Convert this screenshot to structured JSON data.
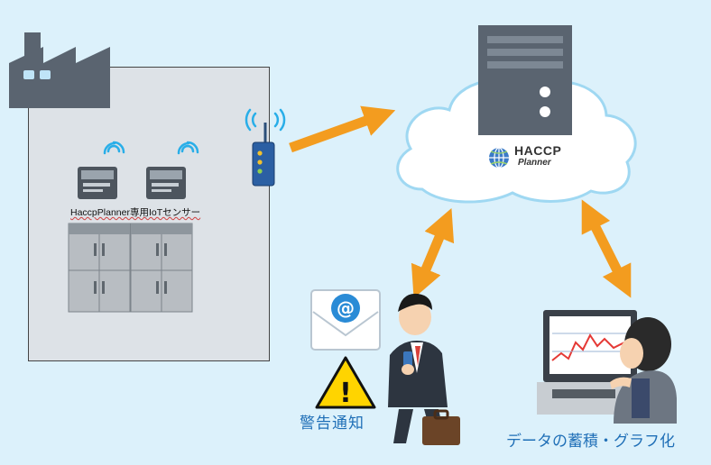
{
  "sensor_label": "HaccpPlanner専用IoTセンサー",
  "alert_label": "警告通知",
  "data_label": "データの蓄積・グラフ化",
  "brand": {
    "line1": "HACCP",
    "line2": "Planner"
  },
  "email_symbol": "@",
  "warning_symbol": "!",
  "icons": [
    "factory-icon",
    "refrigerator-icon",
    "iot-sensor-icon",
    "router-icon",
    "wifi-icon",
    "cloud-icon",
    "server-icon",
    "globe-icon",
    "email-icon",
    "warning-icon",
    "businessman-icon",
    "monitor-icon",
    "worker-icon"
  ],
  "colors": {
    "background": "#dcf1fb",
    "arrow": "#f39c1f",
    "label_blue": "#1f6fb7",
    "factory": "#5a6470",
    "wifi": "#29aee8"
  }
}
